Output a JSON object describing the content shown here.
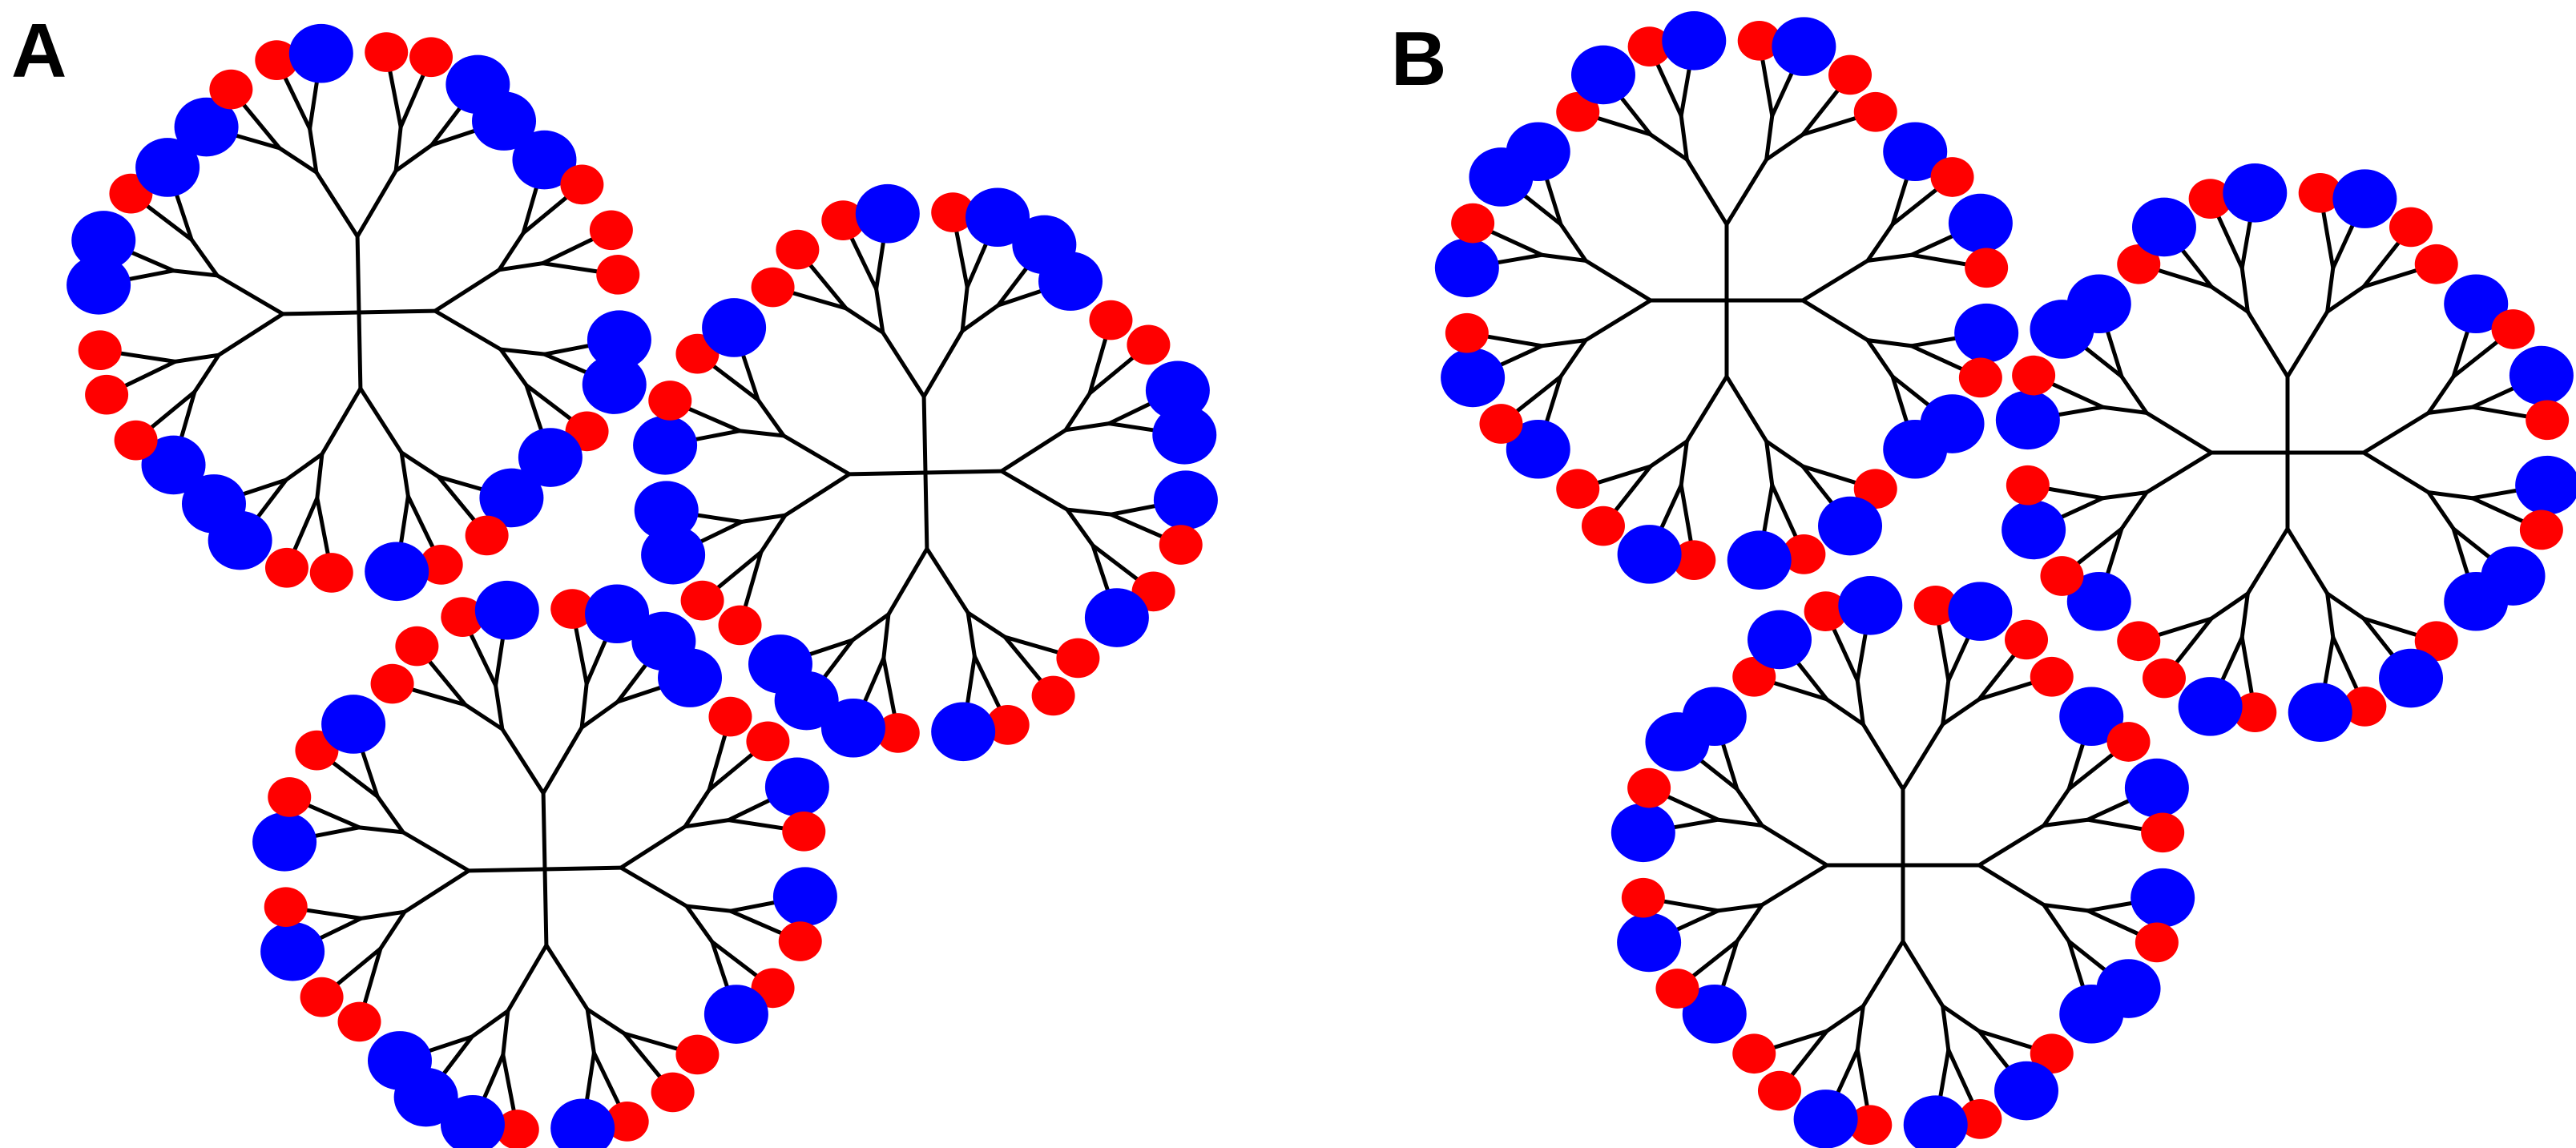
{
  "panels": [
    {
      "label": "A",
      "trees": [
        {
          "leaf_colors": [
            "blue",
            "red",
            "red",
            "blue",
            "red",
            "red",
            "blue",
            "blue",
            "blue",
            "red",
            "red",
            "red",
            "blue",
            "blue",
            "red",
            "blue"
          ]
        },
        {
          "leaf_colors": [
            "red",
            "red",
            "red",
            "blue",
            "red",
            "blue",
            "blue",
            "blue",
            "red",
            "red",
            "blue",
            "blue",
            "blue",
            "red",
            "red",
            "blue"
          ]
        },
        {
          "leaf_colors": [
            "red",
            "red",
            "red",
            "blue",
            "red",
            "blue",
            "blue",
            "blue",
            "red",
            "red",
            "blue",
            "red",
            "blue",
            "red",
            "red",
            "blue"
          ]
        }
      ]
    },
    {
      "label": "B",
      "trees": [
        {
          "leaf_colors": [
            "red",
            "blue",
            "red",
            "blue",
            "red",
            "blue",
            "red",
            "red",
            "blue",
            "red",
            "blue",
            "red",
            "blue",
            "red",
            "blue",
            "blue"
          ]
        },
        {
          "leaf_colors": [
            "red",
            "blue",
            "red",
            "blue",
            "red",
            "blue",
            "red",
            "red",
            "blue",
            "red",
            "blue",
            "red",
            "blue",
            "red",
            "blue",
            "blue"
          ]
        },
        {
          "leaf_colors": [
            "red",
            "blue",
            "red",
            "blue",
            "red",
            "blue",
            "red",
            "red",
            "blue",
            "red",
            "blue",
            "red",
            "blue",
            "red",
            "blue",
            "blue"
          ]
        }
      ]
    }
  ],
  "colors": {
    "red": "#ff0000",
    "blue": "#0000ff",
    "edge": "#000000",
    "background": "#ffffff"
  }
}
